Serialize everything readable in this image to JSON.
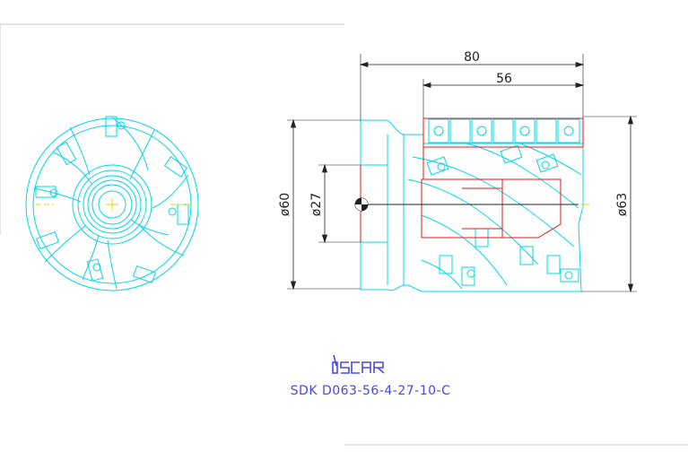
{
  "drawing": {
    "dimensions": {
      "overall_length": "80",
      "flute_length": "56",
      "shank_diameter": "ø60",
      "bore_diameter": "ø27",
      "cutting_diameter": "ø63"
    },
    "logo": "iscar",
    "part_number": "SDK D063-56-4-27-10-C"
  },
  "colors": {
    "outline": "#00d8e8",
    "hidden": "#e01818",
    "dimension": "#222222",
    "centerline": "#e8d800",
    "text_blue": "#4a4ae0",
    "frame": "#c8c8c8"
  }
}
